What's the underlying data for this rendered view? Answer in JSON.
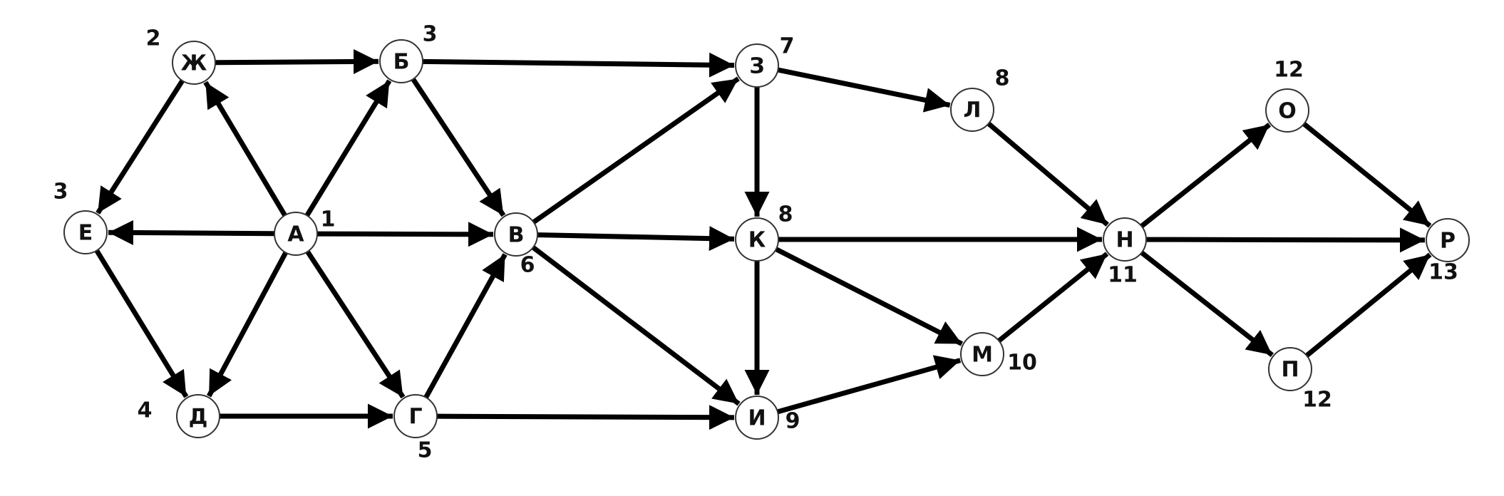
{
  "graph": {
    "colors": {
      "edge": "#000000",
      "node_fill": "#ffffff",
      "node_stroke": "#333333",
      "text": "#111111"
    },
    "nodes": [
      {
        "id": "A",
        "label": "А",
        "number": "1"
      },
      {
        "id": "Zh",
        "label": "Ж",
        "number": "2"
      },
      {
        "id": "B",
        "label": "Б",
        "number": "3"
      },
      {
        "id": "E",
        "label": "Е",
        "number": "3"
      },
      {
        "id": "D",
        "label": "Д",
        "number": "4"
      },
      {
        "id": "G",
        "label": "Г",
        "number": "5"
      },
      {
        "id": "V",
        "label": "В",
        "number": "6"
      },
      {
        "id": "Z",
        "label": "З",
        "number": "7"
      },
      {
        "id": "L",
        "label": "Л",
        "number": "8"
      },
      {
        "id": "K",
        "label": "К",
        "number": "8"
      },
      {
        "id": "I",
        "label": "И",
        "number": "9"
      },
      {
        "id": "M",
        "label": "М",
        "number": "10"
      },
      {
        "id": "N",
        "label": "Н",
        "number": "11"
      },
      {
        "id": "O",
        "label": "О",
        "number": "12"
      },
      {
        "id": "P",
        "label": "П",
        "number": "12"
      },
      {
        "id": "R",
        "label": "Р",
        "number": "13"
      }
    ],
    "edges": [
      {
        "from": "A",
        "to": "Zh"
      },
      {
        "from": "A",
        "to": "B"
      },
      {
        "from": "A",
        "to": "E"
      },
      {
        "from": "A",
        "to": "V"
      },
      {
        "from": "A",
        "to": "D"
      },
      {
        "from": "A",
        "to": "G"
      },
      {
        "from": "Zh",
        "to": "B"
      },
      {
        "from": "Zh",
        "to": "E"
      },
      {
        "from": "E",
        "to": "D"
      },
      {
        "from": "D",
        "to": "G"
      },
      {
        "from": "B",
        "to": "Z"
      },
      {
        "from": "B",
        "to": "V"
      },
      {
        "from": "G",
        "to": "V"
      },
      {
        "from": "G",
        "to": "I"
      },
      {
        "from": "V",
        "to": "Z"
      },
      {
        "from": "V",
        "to": "K"
      },
      {
        "from": "V",
        "to": "I"
      },
      {
        "from": "Z",
        "to": "L"
      },
      {
        "from": "Z",
        "to": "K"
      },
      {
        "from": "K",
        "to": "N"
      },
      {
        "from": "K",
        "to": "M"
      },
      {
        "from": "K",
        "to": "I"
      },
      {
        "from": "I",
        "to": "M"
      },
      {
        "from": "L",
        "to": "N"
      },
      {
        "from": "M",
        "to": "N"
      },
      {
        "from": "N",
        "to": "O"
      },
      {
        "from": "N",
        "to": "R"
      },
      {
        "from": "N",
        "to": "P"
      },
      {
        "from": "O",
        "to": "R"
      },
      {
        "from": "P",
        "to": "R"
      }
    ]
  }
}
